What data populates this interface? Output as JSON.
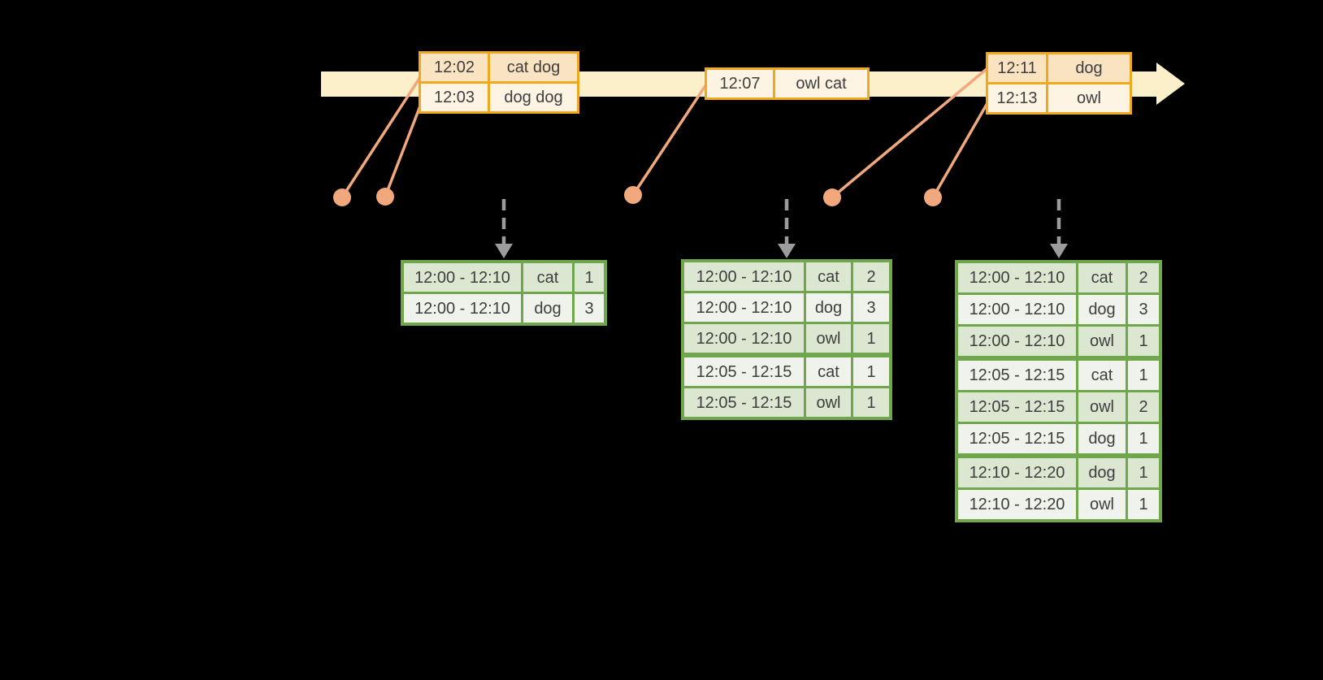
{
  "colors": {
    "background": "#000000",
    "timeline_band": "#FCF0CA",
    "orange_border": "#F0A81F",
    "orange_row_dark": "#FAE3C1",
    "orange_row_light": "#FDF4E4",
    "salmon": "#F0A87C",
    "green_border": "#70A74C",
    "green_row_dark": "#DCE7D2",
    "green_row_light": "#EFF3EB",
    "arrow_gray": "#9C9C9C",
    "text": "#3E3E3E"
  },
  "event_tables": [
    {
      "rows": [
        {
          "time": "12:02",
          "text": "cat dog",
          "shade": "dark"
        },
        {
          "time": "12:03",
          "text": "dog dog",
          "shade": "light"
        }
      ]
    },
    {
      "rows": [
        {
          "time": "12:07",
          "text": "owl cat",
          "shade": "light"
        }
      ]
    },
    {
      "rows": [
        {
          "time": "12:11",
          "text": "dog",
          "shade": "dark"
        },
        {
          "time": "12:13",
          "text": "owl",
          "shade": "light"
        }
      ]
    }
  ],
  "result_tables": [
    {
      "rows": [
        {
          "window": "12:00 - 12:10",
          "word": "cat",
          "count": "1",
          "shade": "dark"
        },
        {
          "window": "12:00 - 12:10",
          "word": "dog",
          "count": "3",
          "shade": "light"
        }
      ]
    },
    {
      "rows": [
        {
          "window": "12:00 - 12:10",
          "word": "cat",
          "count": "2",
          "shade": "dark"
        },
        {
          "window": "12:00 - 12:10",
          "word": "dog",
          "count": "3",
          "shade": "light"
        },
        {
          "window": "12:00 - 12:10",
          "word": "owl",
          "count": "1",
          "shade": "dark"
        },
        {
          "window": "12:05 - 12:15",
          "word": "cat",
          "count": "1",
          "shade": "light"
        },
        {
          "window": "12:05 - 12:15",
          "word": "owl",
          "count": "1",
          "shade": "dark"
        }
      ]
    },
    {
      "rows": [
        {
          "window": "12:00 - 12:10",
          "word": "cat",
          "count": "2",
          "shade": "dark"
        },
        {
          "window": "12:00 - 12:10",
          "word": "dog",
          "count": "3",
          "shade": "light"
        },
        {
          "window": "12:00 - 12:10",
          "word": "owl",
          "count": "1",
          "shade": "dark"
        },
        {
          "window": "12:05 - 12:15",
          "word": "cat",
          "count": "1",
          "shade": "light"
        },
        {
          "window": "12:05 - 12:15",
          "word": "owl",
          "count": "2",
          "shade": "dark"
        },
        {
          "window": "12:05 - 12:15",
          "word": "dog",
          "count": "1",
          "shade": "light"
        },
        {
          "window": "12:10 - 12:20",
          "word": "dog",
          "count": "1",
          "shade": "dark"
        },
        {
          "window": "12:10 - 12:20",
          "word": "owl",
          "count": "1",
          "shade": "light"
        }
      ]
    }
  ]
}
